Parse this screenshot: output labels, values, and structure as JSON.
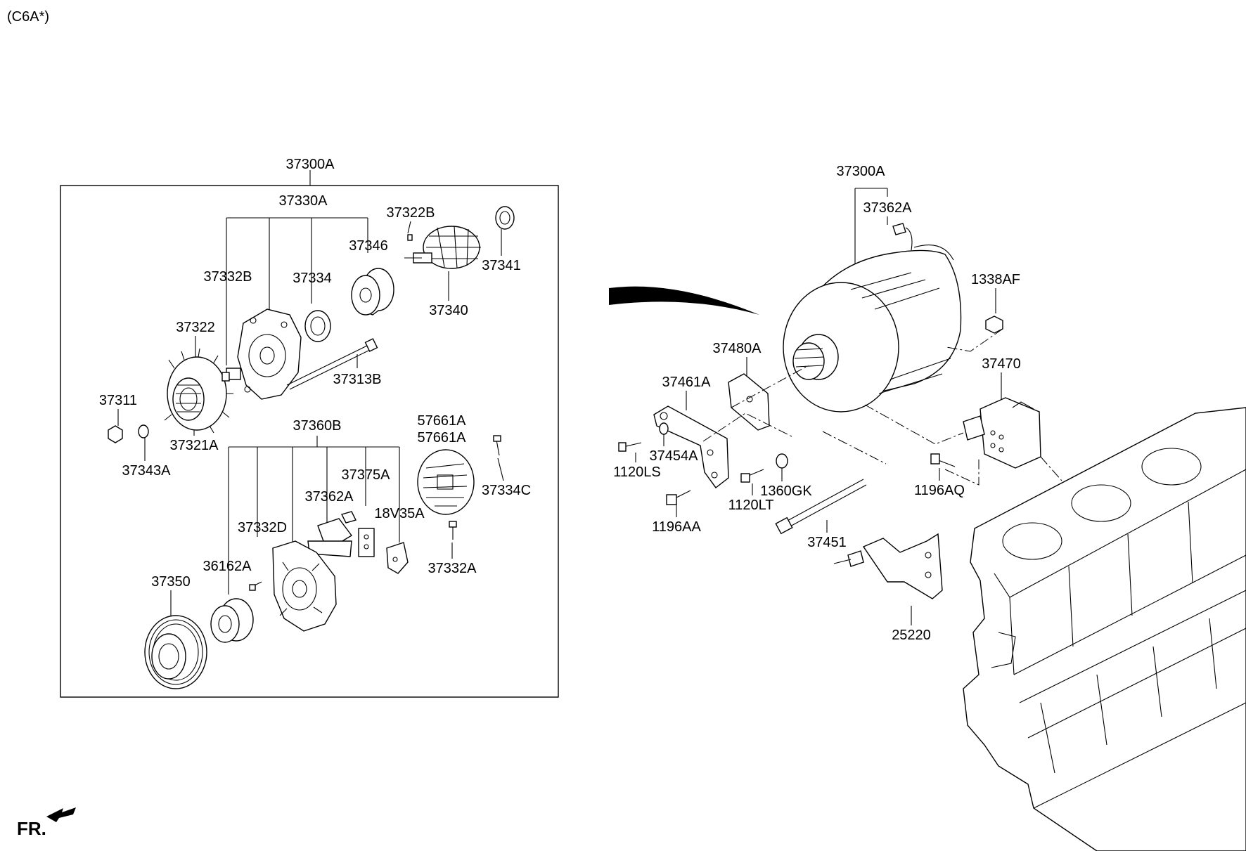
{
  "header": {
    "variant_code": "(C6A*)"
  },
  "footer": {
    "fr_label": "FR."
  },
  "left_assembly": {
    "box_label": "37300A",
    "labels": {
      "p37330A": "37330A",
      "p37322B": "37322B",
      "p37346": "37346",
      "p37341": "37341",
      "p37332B": "37332B",
      "p37334": "37334",
      "p37340": "37340",
      "p37322": "37322",
      "p37313B": "37313B",
      "p37311": "37311",
      "p37321A": "37321A",
      "p37343A": "37343A",
      "p37360B": "37360B",
      "p57661A_1": "57661A",
      "p57661A_2": "57661A",
      "p37375A": "37375A",
      "p37334C": "37334C",
      "p37362A": "37362A",
      "p37332D": "37332D",
      "p18V35A": "18V35A",
      "p37332A": "37332A",
      "p36162A": "36162A",
      "p37350": "37350"
    }
  },
  "right_assembly": {
    "labels": {
      "p37300A": "37300A",
      "p37362A": "37362A",
      "p1338AF": "1338AF",
      "p37480A": "37480A",
      "p37470": "37470",
      "p37461A": "37461A",
      "p37454A": "37454A",
      "p1120LS": "1120LS",
      "p1360GK": "1360GK",
      "p1196AQ": "1196AQ",
      "p1120LT": "1120LT",
      "p1196AA": "1196AA",
      "p37451": "37451",
      "p25220": "25220"
    }
  }
}
